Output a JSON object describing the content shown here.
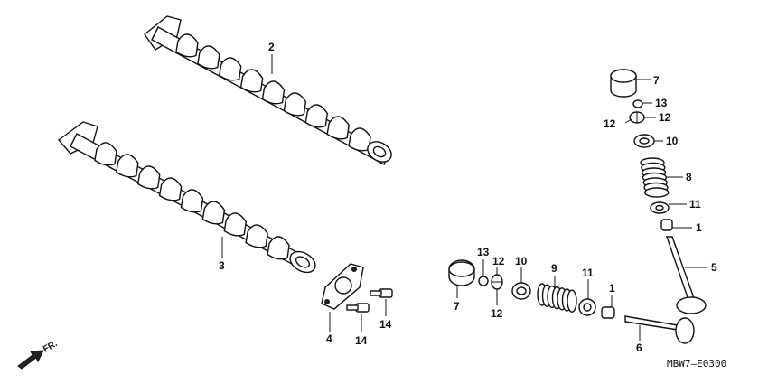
{
  "diagram": {
    "code": "MBW7—E0300",
    "direction_label": "FR.",
    "callouts": [
      {
        "id": "c2",
        "text": "2"
      },
      {
        "id": "c3",
        "text": "3"
      },
      {
        "id": "c4",
        "text": "4"
      },
      {
        "id": "c14a",
        "text": "14"
      },
      {
        "id": "c14b",
        "text": "14"
      },
      {
        "id": "c7a",
        "text": "7"
      },
      {
        "id": "c13a",
        "text": "13"
      },
      {
        "id": "c12a",
        "text": "12"
      },
      {
        "id": "c12b",
        "text": "12"
      },
      {
        "id": "c10a",
        "text": "10"
      },
      {
        "id": "c9",
        "text": "9"
      },
      {
        "id": "c11a",
        "text": "11"
      },
      {
        "id": "c1a",
        "text": "1"
      },
      {
        "id": "c6",
        "text": "6"
      },
      {
        "id": "c7b",
        "text": "7"
      },
      {
        "id": "c13b",
        "text": "13"
      },
      {
        "id": "c12c",
        "text": "12"
      },
      {
        "id": "c12d",
        "text": "12"
      },
      {
        "id": "c10b",
        "text": "10"
      },
      {
        "id": "c8",
        "text": "8"
      },
      {
        "id": "c11b",
        "text": "11"
      },
      {
        "id": "c1b",
        "text": "1"
      },
      {
        "id": "c5",
        "text": "5"
      }
    ]
  }
}
